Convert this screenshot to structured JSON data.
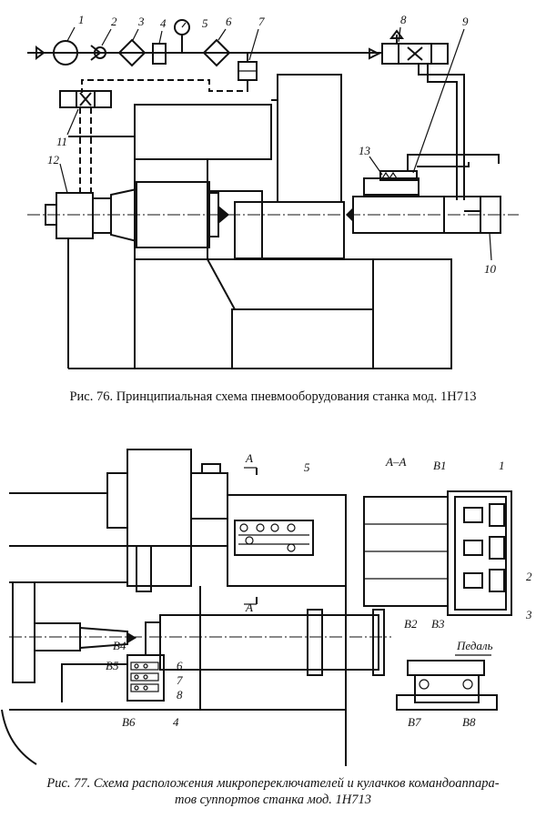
{
  "fig76": {
    "caption": "Рис. 76. Принципиальная схема пневмооборудования станка мод. 1Н713",
    "callouts": [
      "1",
      "2",
      "3",
      "4",
      "5",
      "6",
      "7",
      "8",
      "9",
      "10",
      "11",
      "12",
      "13"
    ]
  },
  "fig77": {
    "caption_line1": "Рис. 77. Схема расположения микропереключателей и кулачков командоаппара-",
    "caption_line2": "тов суппортов станка мод. 1Н713",
    "section_mark": "А",
    "section_title": "А–А",
    "pedal_label": "Педаль",
    "callouts": [
      "1",
      "2",
      "3",
      "4",
      "5",
      "6",
      "7",
      "8"
    ],
    "switch_labels": [
      "В1",
      "В2",
      "В3",
      "В4",
      "В5",
      "В6",
      "В7",
      "В8"
    ]
  }
}
